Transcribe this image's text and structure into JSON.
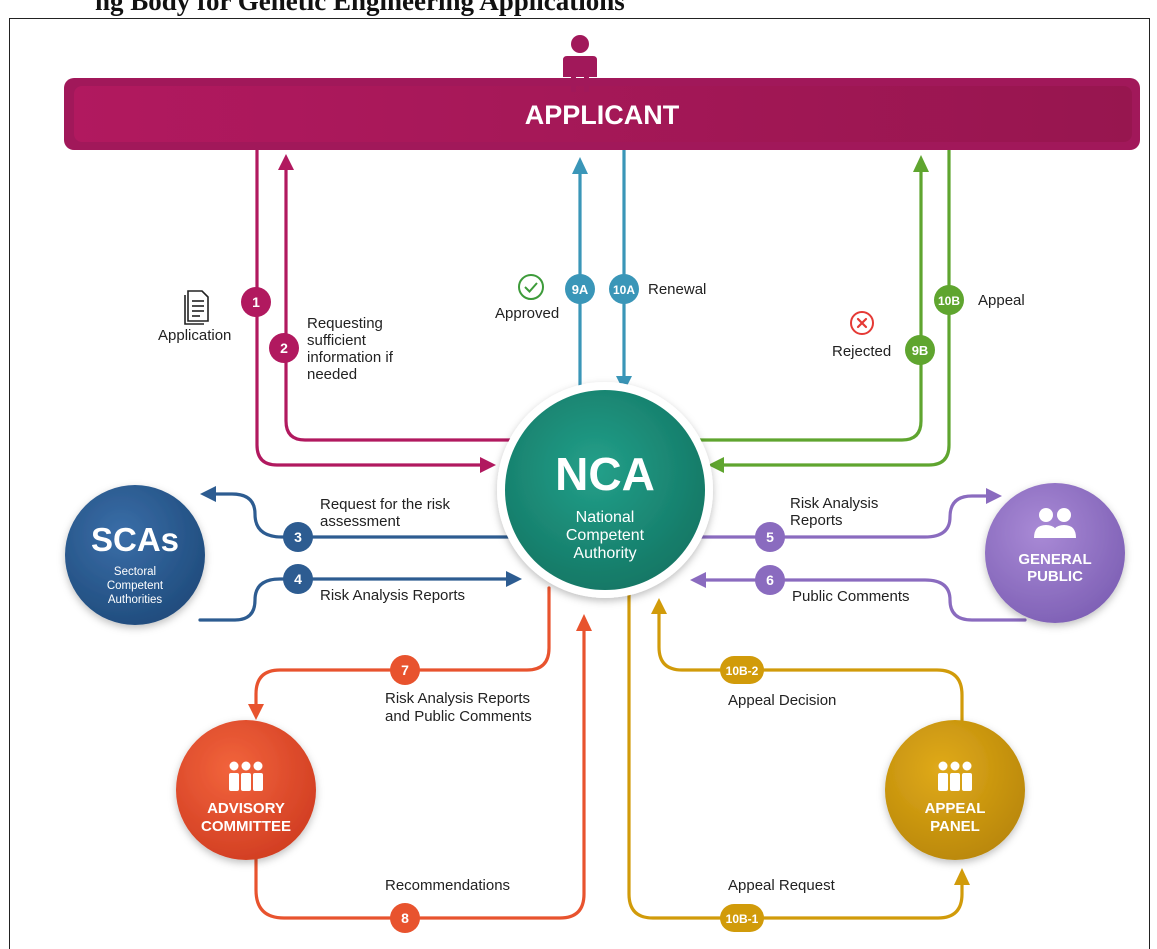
{
  "page_heading": "ng Body for Genetic Engineering Applications",
  "applicant": {
    "label": "APPLICANT"
  },
  "nca": {
    "abbr": "NCA",
    "line1": "National",
    "line2": "Competent",
    "line3": "Authority"
  },
  "scas": {
    "abbr": "SCAs",
    "line1": "Sectoral",
    "line2": "Competent",
    "line3": "Authorities"
  },
  "general_public": {
    "line1": "GENERAL",
    "line2": "PUBLIC"
  },
  "advisory_committee": {
    "line1": "ADVISORY",
    "line2": "COMMITTEE"
  },
  "appeal_panel": {
    "line1": "APPEAL",
    "line2": "PANEL"
  },
  "steps": {
    "s1": "1",
    "s2": "2",
    "s3": "3",
    "s4": "4",
    "s5": "5",
    "s6": "6",
    "s7": "7",
    "s8": "8",
    "s9a": "9A",
    "s9b": "9B",
    "s10a": "10A",
    "s10b": "10B",
    "s10b1": "10B-1",
    "s10b2": "10B-2"
  },
  "labels": {
    "application": "Application",
    "requesting_1": "Requesting",
    "requesting_2": "sufficient",
    "requesting_3": "information if",
    "requesting_4": "needed",
    "approved": "Approved",
    "renewal": "Renewal",
    "rejected": "Rejected",
    "appeal": "Appeal",
    "request_risk_1": "Request for the risk",
    "request_risk_2": "assessment",
    "risk_reports_scas": "Risk Analysis Reports",
    "risk_reports_public_1": "Risk Analysis",
    "risk_reports_public_2": "Reports",
    "public_comments": "Public Comments",
    "risk_and_comments_1": "Risk Analysis Reports",
    "risk_and_comments_2": "and Public Comments",
    "appeal_decision": "Appeal Decision",
    "recommendations": "Recommendations",
    "appeal_request": "Appeal Request"
  },
  "colors": {
    "magenta": "#B1195F",
    "teal": "#1A8E78",
    "blue": "#2D5C91",
    "purple": "#8A6BBF",
    "cyan": "#3A96B8",
    "green": "#5FA52F",
    "orange": "#E8532E",
    "gold": "#D19B0A"
  }
}
